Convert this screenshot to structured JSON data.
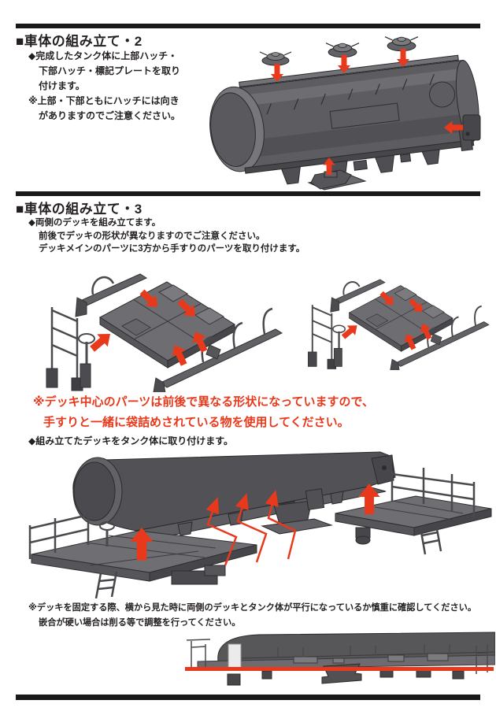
{
  "page": {
    "accent_red": "#e8391c",
    "bar_color": "#191919",
    "text_color": "#231f20",
    "illustration_gray": "#5d5d61"
  },
  "section2": {
    "title": "■車体の組み立て・2",
    "step_lines": [
      "◆完成したタンク体に上部ハッチ・",
      "下部ハッチ・標記プレートを取り",
      "付けます。",
      "※上部・下部ともにハッチには向き",
      "がありますのでご注意ください。"
    ]
  },
  "section3": {
    "title": "■車体の組み立て・3",
    "step_lines": [
      "◆両側のデッキを組み立てます。",
      "前後でデッキの形状が異なりますのでご注意ください。",
      "デッキメインのパーツに3方から手すりのパーツを取り付けます。"
    ],
    "warning_lines": [
      "※デッキ中心のパーツは前後で異なる形状になっていますので、",
      "手すりと一緒に袋詰めされている物を使用してください。"
    ],
    "attach_line": "◆組み立てたデッキをタンク体に取り付けます。",
    "bottom_note_lines": [
      "※デッキを固定する際、横から見た時に両側のデッキとタンク体が平行になっているか慎重に確認してください。",
      "嵌合が硬い場合は削る等で調整を行ってください。"
    ]
  }
}
